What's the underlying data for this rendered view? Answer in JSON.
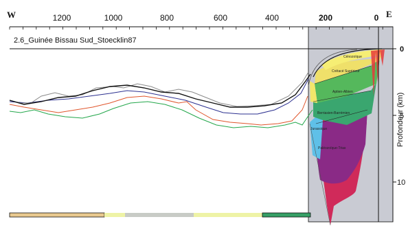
{
  "figure": {
    "title": "2.6_Guinée Bissau Sud_Stoecklin87",
    "west_label": "W",
    "east_label": "E",
    "x_ticks": [
      "1200",
      "1000",
      "800",
      "600",
      "400",
      "200",
      "0"
    ],
    "y_axis_label": "Profondeur (km)",
    "y_ticks": [
      "0",
      "5",
      "10"
    ],
    "units": [
      "Cénozoïque",
      "Crétacé Supérieur",
      "Aptien-Albien",
      "Berriasien-Barrémien",
      "Jurassique",
      "Paléozoïque-Trias"
    ]
  },
  "colors": {
    "line_black": "#111111",
    "line_gray": "#8a8a8a",
    "line_navy": "#2b2f8f",
    "line_orange": "#e0542a",
    "line_green": "#22a64a",
    "section_bg": "#c9cbd3",
    "cenozoic": "#f6ee74",
    "cretace_sup": "#efe06a",
    "aptien": "#55b85c",
    "berriasien": "#3aa66f",
    "jurassique": "#5fc0e8",
    "paleozoique": "#8a2a86",
    "paleozoique_lower": "#d02a5a",
    "bar_tan": "#e9c98f",
    "bar_pale": "#eef3a6",
    "bar_gray": "#c8cbc6",
    "bar_green": "#36a066"
  }
}
